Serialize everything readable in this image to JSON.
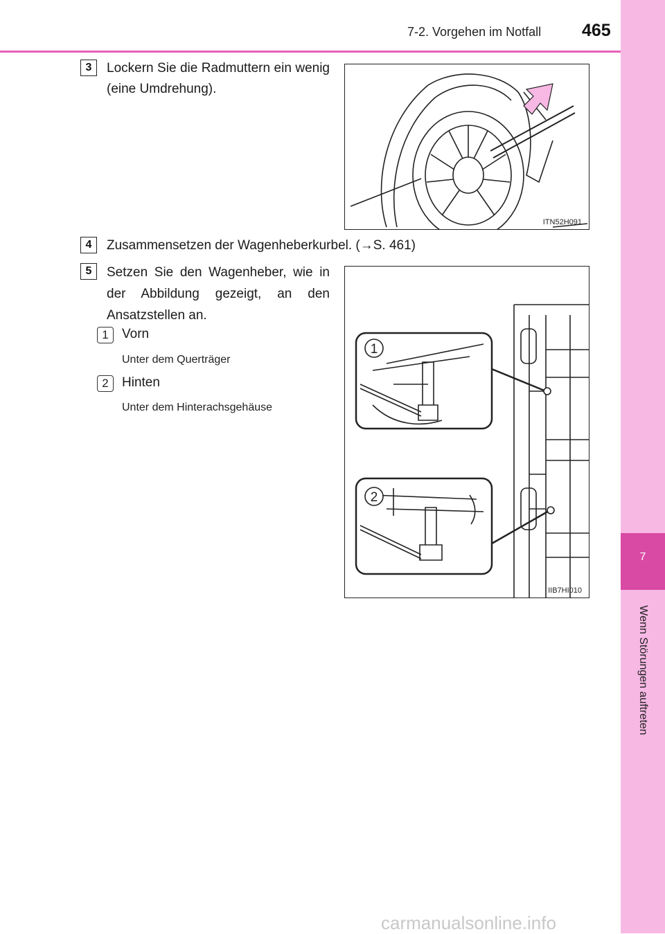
{
  "header": {
    "section": "7-2. Vorgehen im Notfall",
    "page": "465"
  },
  "side_tab": {
    "chapter_number": "7",
    "chapter_title": "Wenn Störungen auftreten"
  },
  "steps": [
    {
      "number": "3",
      "text": "Lockern Sie die Radmuttern ein wenig (eine Umdrehung)."
    },
    {
      "number": "4",
      "text": "Zusammensetzen der Wagenheberkurbel. (→S. 461)"
    },
    {
      "number": "5",
      "text": "Setzen Sie den Wagenheber, wie in der Abbildung gezeigt, an den Ansatzstellen an."
    }
  ],
  "jack_points": [
    {
      "number": "1",
      "title": "Vorn",
      "detail": "Unter dem Querträger"
    },
    {
      "number": "2",
      "title": "Hinten",
      "detail": "Unter dem Hinterachsgehäuse"
    }
  ],
  "figures": {
    "wheel_code": "ITN52H091",
    "jack_code": "IIB7HI010"
  },
  "watermark": "carmanualsonline.info",
  "colors": {
    "accent": "#e860b8",
    "tab": "#f7b8e4",
    "chapter": "#d94aa4"
  }
}
